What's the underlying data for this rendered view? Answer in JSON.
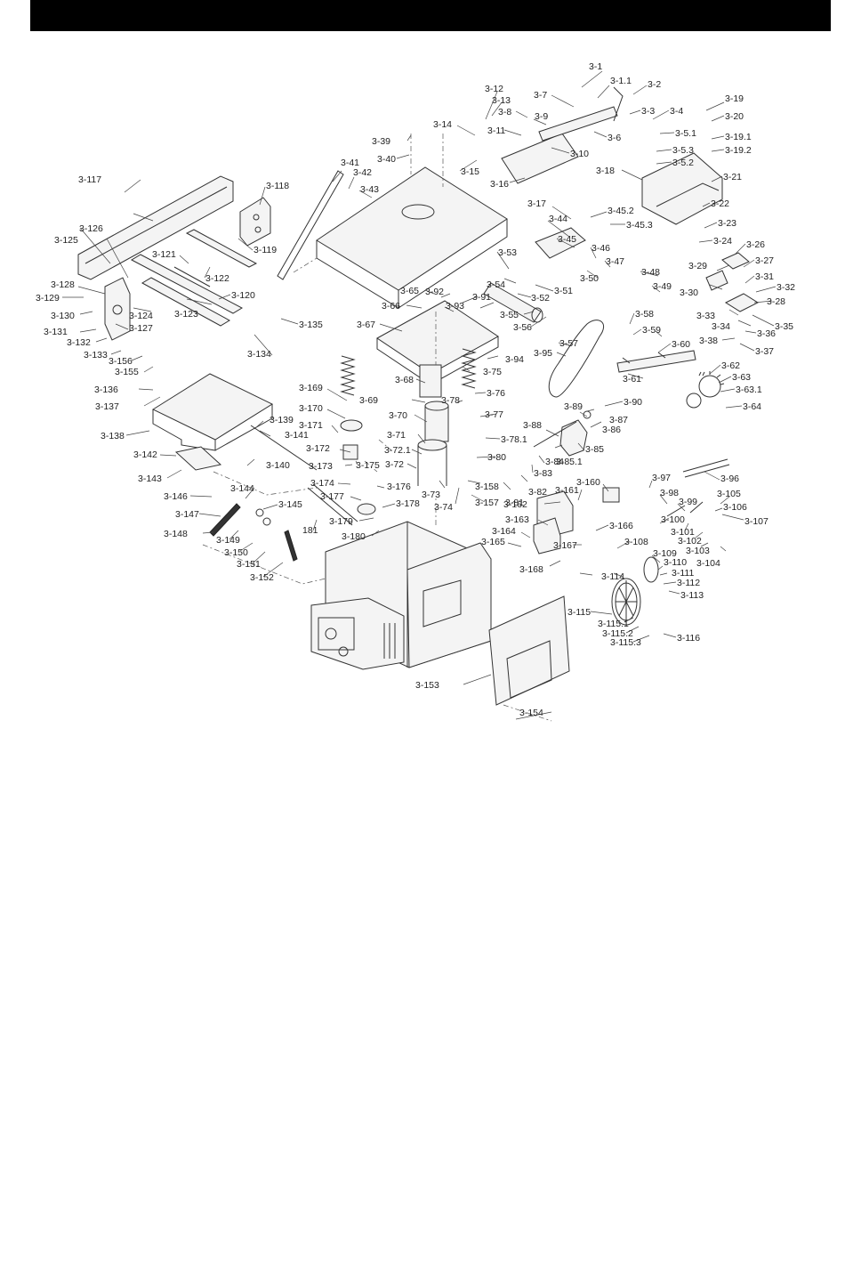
{
  "labels": [
    "3-1",
    "3-1.1",
    "3-2",
    "3-3",
    "3-4",
    "3-5.1",
    "3-5.3",
    "3-5.2",
    "3-6",
    "3-7",
    "3-8",
    "3-9",
    "3-10",
    "3-11",
    "3-12",
    "3-13",
    "3-14",
    "3-15",
    "3-16",
    "3-17",
    "3-18",
    "3-19",
    "3-20",
    "3-19.1",
    "3-19.2",
    "3-21",
    "3-22",
    "3-23",
    "3-24",
    "3-26",
    "3-27",
    "3-28",
    "3-29",
    "3-30",
    "3-31",
    "3-32",
    "3-33",
    "3-34",
    "3-35",
    "3-36",
    "3-37",
    "3-38",
    "3-39",
    "3-40",
    "3-41",
    "3-42",
    "3-43",
    "3-44",
    "3-45",
    "3-45.2",
    "3-45.3",
    "3-46",
    "3-47",
    "3-48",
    "3-49",
    "3-50",
    "3-51",
    "3-52",
    "3-53",
    "3-54",
    "3-55",
    "3-56",
    "3-57",
    "3-58",
    "3-59",
    "3-60",
    "3-61",
    "3-62",
    "3-63",
    "3-63.1",
    "3-64",
    "3-65",
    "3-66",
    "3-67",
    "3-68",
    "3-69",
    "3-70",
    "3-71",
    "3-72.1",
    "3-72",
    "3-73",
    "3-74",
    "3-75",
    "3-76",
    "3-77",
    "3-78",
    "3-78.1",
    "3-80",
    "3-81",
    "3-82",
    "3-83",
    "3-84",
    "3-85",
    "3-85.1",
    "3-86",
    "3-87",
    "3-88",
    "3-89",
    "3-90",
    "3-91",
    "3-92",
    "3-93",
    "3-94",
    "3-95",
    "3-96",
    "3-97",
    "3-98",
    "3-99",
    "3-100",
    "3-101",
    "3-102",
    "3-103",
    "3-104",
    "3-105",
    "3-106",
    "3-107",
    "3-108",
    "3-109",
    "3-110",
    "3-111",
    "3-112",
    "3-113",
    "3-114",
    "3-115",
    "3-115.1",
    "3-115.2",
    "3-115.3",
    "3-116",
    "3-117",
    "3-118",
    "3-119",
    "3-120",
    "3-121",
    "3-122",
    "3-123",
    "3-124",
    "3-125",
    "3-126",
    "3-127",
    "3-128",
    "3-129",
    "3-130",
    "3-131",
    "3-132",
    "3-133",
    "3-134",
    "3-135",
    "3-136",
    "3-137",
    "3-138",
    "3-139",
    "3-140",
    "3-141",
    "3-142",
    "3-143",
    "3-144",
    "3-145",
    "3-146",
    "3-147",
    "3-148",
    "3-149",
    "3-150",
    "3-151",
    "3-152",
    "3-153",
    "3-154",
    "3-155",
    "3-156",
    "3-157",
    "3-158",
    "3-160",
    "3-161",
    "3-162",
    "3-163",
    "3-164",
    "3-165",
    "3-166",
    "3-167",
    "3-168",
    "3-169",
    "3-170",
    "3-171",
    "3-172",
    "3-173",
    "3-174",
    "3-175",
    "3-176",
    "3-177",
    "3-178",
    "3-179",
    "3-180",
    "181"
  ]
}
